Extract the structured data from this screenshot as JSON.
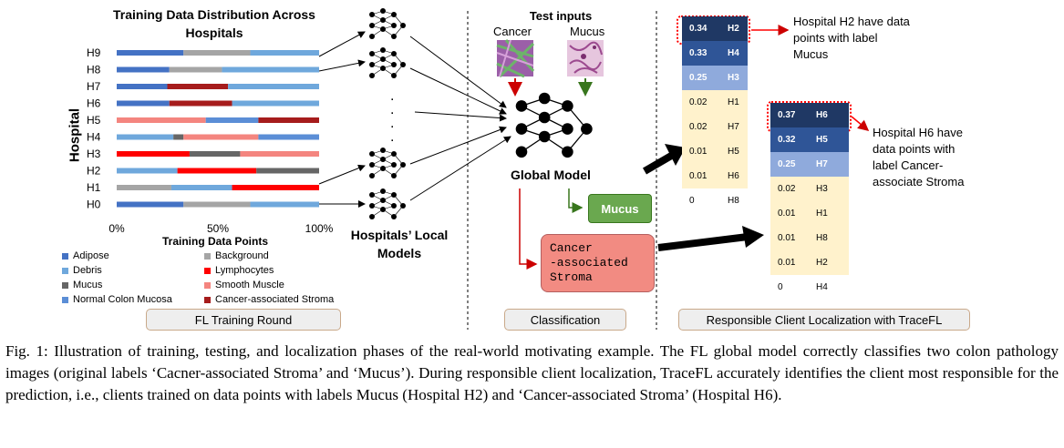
{
  "chart": {
    "title_line1": "Training Data Distribution Across",
    "title_line2": "Hospitals",
    "ylabel": "Hospital",
    "xlabel": "Training Data Points",
    "ticks": [
      "0%",
      "50%",
      "100%"
    ]
  },
  "chart_data": {
    "type": "bar",
    "orientation": "horizontal-stacked",
    "categories": [
      "H9",
      "H8",
      "H7",
      "H6",
      "H5",
      "H4",
      "H3",
      "H2",
      "H1",
      "H0"
    ],
    "classes": [
      "Adipose",
      "Background",
      "Debris",
      "Lymphocytes",
      "Mucus",
      "Smooth Muscle",
      "Normal Colon Mucosa",
      "Cancer-associated Stroma"
    ],
    "colors": {
      "Adipose": "#4472c4",
      "Background": "#a5a5a5",
      "Debris": "#6fa8dc",
      "Lymphocytes": "#ff0000",
      "Mucus": "#666666",
      "Smooth Muscle": "#f4857f",
      "Normal Colon Mucosa": "#5b8ed6",
      "Cancer-associated Stroma": "#a61c1c"
    },
    "rows": [
      {
        "h": "H9",
        "segments": [
          [
            "Adipose",
            0.33
          ],
          [
            "Background",
            0.33
          ],
          [
            "Debris",
            0.34
          ]
        ]
      },
      {
        "h": "H8",
        "segments": [
          [
            "Adipose",
            0.26
          ],
          [
            "Background",
            0.26
          ],
          [
            "Debris",
            0.48
          ]
        ]
      },
      {
        "h": "H7",
        "segments": [
          [
            "Adipose",
            0.25
          ],
          [
            "Cancer-associated Stroma",
            0.3
          ],
          [
            "Debris",
            0.45
          ]
        ]
      },
      {
        "h": "H6",
        "segments": [
          [
            "Adipose",
            0.26
          ],
          [
            "Cancer-associated Stroma",
            0.31
          ],
          [
            "Debris",
            0.43
          ]
        ]
      },
      {
        "h": "H5",
        "segments": [
          [
            "Smooth Muscle",
            0.44
          ],
          [
            "Normal Colon Mucosa",
            0.26
          ],
          [
            "Cancer-associated Stroma",
            0.3
          ]
        ]
      },
      {
        "h": "H4",
        "segments": [
          [
            "Debris",
            0.28
          ],
          [
            "Mucus",
            0.05
          ],
          [
            "Smooth Muscle",
            0.37
          ],
          [
            "Normal Colon Mucosa",
            0.3
          ]
        ]
      },
      {
        "h": "H3",
        "segments": [
          [
            "Lymphocytes",
            0.36
          ],
          [
            "Mucus",
            0.25
          ],
          [
            "Smooth Muscle",
            0.39
          ]
        ]
      },
      {
        "h": "H2",
        "segments": [
          [
            "Debris",
            0.3
          ],
          [
            "Lymphocytes",
            0.39
          ],
          [
            "Mucus",
            0.31
          ]
        ]
      },
      {
        "h": "H1",
        "segments": [
          [
            "Background",
            0.27
          ],
          [
            "Debris",
            0.3
          ],
          [
            "Lymphocytes",
            0.43
          ]
        ]
      },
      {
        "h": "H0",
        "segments": [
          [
            "Adipose",
            0.33
          ],
          [
            "Background",
            0.33
          ],
          [
            "Debris",
            0.34
          ]
        ]
      }
    ],
    "xlim": [
      0,
      100
    ]
  },
  "legend": [
    {
      "label": "Adipose",
      "key": "Adipose"
    },
    {
      "label": "Background",
      "key": "Background"
    },
    {
      "label": "Debris",
      "key": "Debris"
    },
    {
      "label": "Lymphocytes",
      "key": "Lymphocytes"
    },
    {
      "label": "Mucus",
      "key": "Mucus"
    },
    {
      "label": "Smooth Muscle",
      "key": "Smooth Muscle"
    },
    {
      "label": "Normal Colon Mucosa",
      "key": "Normal Colon Mucosa"
    },
    {
      "label": "Cancer-associated Stroma",
      "key": "Cancer-associated Stroma"
    }
  ],
  "local_models_label_line1": "Hospitals’ Local",
  "local_models_label_line2": "Models",
  "test_inputs": {
    "title": "Test inputs",
    "cancer": "Cancer",
    "mucus": "Mucus"
  },
  "global_model_label": "Global Model",
  "mucus_output": "Mucus",
  "stroma_output": [
    "Cancer",
    "-associated",
    "Stroma"
  ],
  "sections": {
    "training": "FL Training Round",
    "classification": "Classification",
    "localization": "Responsible Client Localization with TraceFL"
  },
  "table1": [
    {
      "score": "0.34",
      "h": "H2"
    },
    {
      "score": "0.33",
      "h": "H4"
    },
    {
      "score": "0.25",
      "h": "H3"
    },
    {
      "score": "0.02",
      "h": "H1"
    },
    {
      "score": "0.02",
      "h": "H7"
    },
    {
      "score": "0.01",
      "h": "H5"
    },
    {
      "score": "0.01",
      "h": "H6"
    },
    {
      "score": "0",
      "h": "H8"
    }
  ],
  "table2": [
    {
      "score": "0.37",
      "h": "H6"
    },
    {
      "score": "0.32",
      "h": "H5"
    },
    {
      "score": "0.25",
      "h": "H7"
    },
    {
      "score": "0.02",
      "h": "H3"
    },
    {
      "score": "0.01",
      "h": "H1"
    },
    {
      "score": "0.01",
      "h": "H8"
    },
    {
      "score": "0.01",
      "h": "H2"
    },
    {
      "score": "0",
      "h": "H4"
    }
  ],
  "annotation1": [
    "Hospital H2 have data",
    "points with label",
    "Mucus"
  ],
  "annotation2": [
    "Hospital H6 have",
    "data points with",
    "label Cancer-",
    "associate Stroma"
  ],
  "caption": "Fig. 1: Illustration of training, testing, and localization phases of the real-world motivating example. The FL global model correctly classifies two colon pathology images (original labels ‘Cacner-associated Stroma’ and ‘Mucus’). During responsible client localization, TraceFL accurately identifies the client most responsible for the prediction, i.e., clients trained on data points with labels Mucus (Hospital H2) and ‘Cancer-associated Stroma’ (Hospital H6)."
}
